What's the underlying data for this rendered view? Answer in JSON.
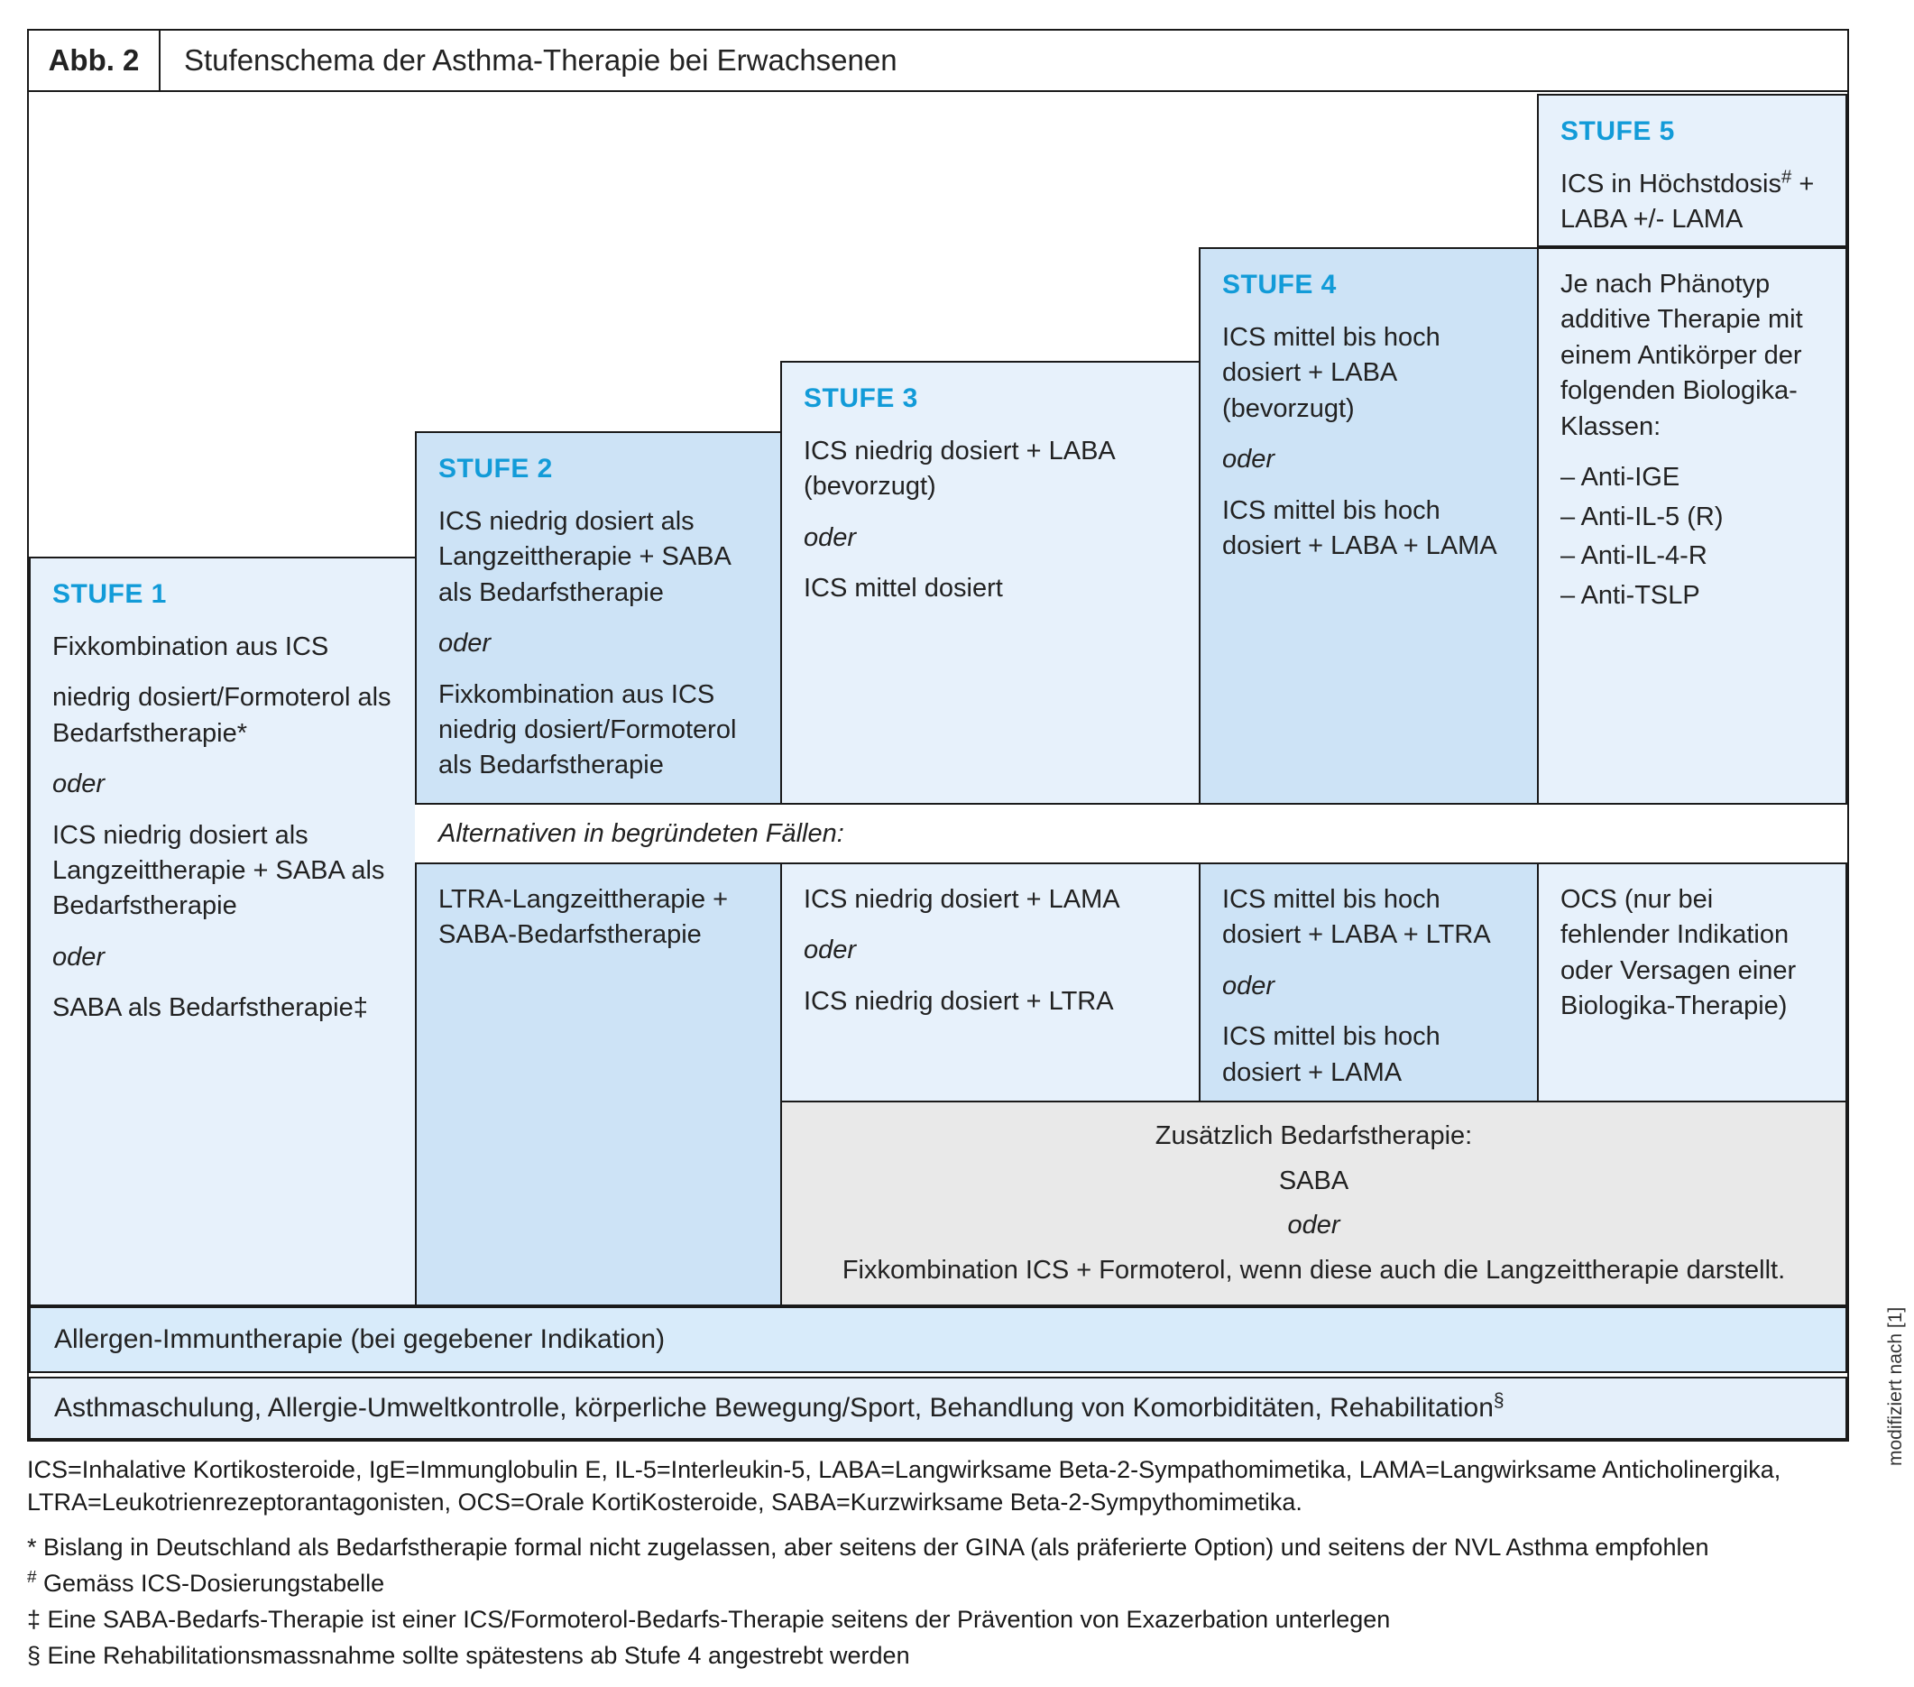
{
  "figure": {
    "label": "Abb. 2",
    "title": "Stufenschema der Asthma-Therapie bei Erwachsenen"
  },
  "steps": [
    {
      "heading": "STUFE 1",
      "p1": "Fixkombination aus ICS",
      "p2": "niedrig dosiert/Formoterol als Bedarfstherapie*",
      "p3": "oder",
      "p4": "ICS niedrig dosiert als Langzeittherapie + SABA als Bedarfstherapie",
      "p5": "oder",
      "p6": "SABA als Bedarfstherapie‡"
    },
    {
      "heading": "STUFE 2",
      "p1": "ICS niedrig dosiert als Langzeittherapie + SABA als Bedarfstherapie",
      "p2": "oder",
      "p3": "Fixkombination aus ICS niedrig dosiert/Formoterol als Bedarfstherapie"
    },
    {
      "heading": "STUFE 3",
      "p1": "ICS niedrig dosiert + LABA (bevorzugt)",
      "p2": "oder",
      "p3": "ICS mittel dosiert"
    },
    {
      "heading": "STUFE 4",
      "p1": "ICS mittel bis hoch dosiert + LABA (bevorzugt)",
      "p2": "oder",
      "p3": "ICS mittel bis hoch dosiert + LABA + LAMA"
    },
    {
      "heading": "STUFE 5",
      "p1": "ICS in Höchstdosis«#» + LABA +/- LAMA",
      "body_intro": "Je nach Phänotyp additive Therapie mit einem Antikörper der folgenden Biologika-Klassen:",
      "items": [
        "– Anti-IGE",
        "– Anti-IL-5 (R)",
        "– Anti-IL-4-R",
        "– Anti-TSLP"
      ]
    }
  ],
  "alternatives": {
    "label": "Alternativen in begründeten Fällen:",
    "col2": {
      "p1": "LTRA-Langzeittherapie + SABA-Bedarfstherapie"
    },
    "col3": {
      "p1": "ICS niedrig dosiert + LAMA",
      "p2": "oder",
      "p3": "ICS niedrig dosiert + LTRA"
    },
    "col4": {
      "p1": "ICS mittel bis hoch dosiert + LABA + LTRA",
      "p2": "oder",
      "p3": "ICS mittel bis hoch dosiert + LAMA"
    },
    "col5": {
      "p1": "OCS (nur bei fehlender Indikation oder Versagen einer Biologika-Therapie)"
    }
  },
  "bedarf": {
    "l1": "Zusätzlich Bedarfstherapie:",
    "l2": "SABA",
    "l3": "oder",
    "l4": "Fixkombination ICS + Formoterol, wenn diese auch die Langzeittherapie darstellt."
  },
  "bars": {
    "allergen": "Allergen-Immuntherapie (bei gegebener Indikation)",
    "asthma": "Asthmaschulung, Allergie-Umweltkontrolle, körperliche Bewegung/Sport, Behandlung von Komorbiditäten, Rehabilitation«§»"
  },
  "footnotes": {
    "abbrev1": "ICS=Inhalative Kortikosteroide, IgE=Immunglobulin E, IL-5=Interleukin-5, LABA=Langwirksame Beta-2-Sympathomimetika, LAMA=Langwirksame Anticholinergika,",
    "abbrev2": "LTRA=Leukotrienrezeptorantagonisten, OCS=Orale KortiKosteroide, SABA=Kurzwirksame Beta-2-Sympythomimetika.",
    "fn1": "* Bislang in Deutschland als Bedarfstherapie formal nicht zugelassen, aber seitens der GINA (als präferierte Option) und seitens der NVL Asthma empfohlen",
    "fn2": "«#» Gemäss ICS-Dosierungstabelle",
    "fn3": "‡ Eine SABA-Bedarfs-Therapie ist einer ICS/Formoterol-Bedarfs-Therapie seitens der Prävention von Exazerbation unterlegen",
    "fn4": "§ Eine Rehabilitationsmassnahme sollte spätestens ab Stufe 4 angestrebt werden"
  },
  "credit": "modifiziert nach [1]",
  "colors": {
    "accent_blue": "#129bd8",
    "box_light": "#e7f1fb",
    "box_medium": "#cde3f6",
    "box_gray": "#e9e9e9",
    "bar_allergen": "#d8ebfa",
    "bar_asthma": "#e4effa",
    "border": "#1a1a1a"
  }
}
